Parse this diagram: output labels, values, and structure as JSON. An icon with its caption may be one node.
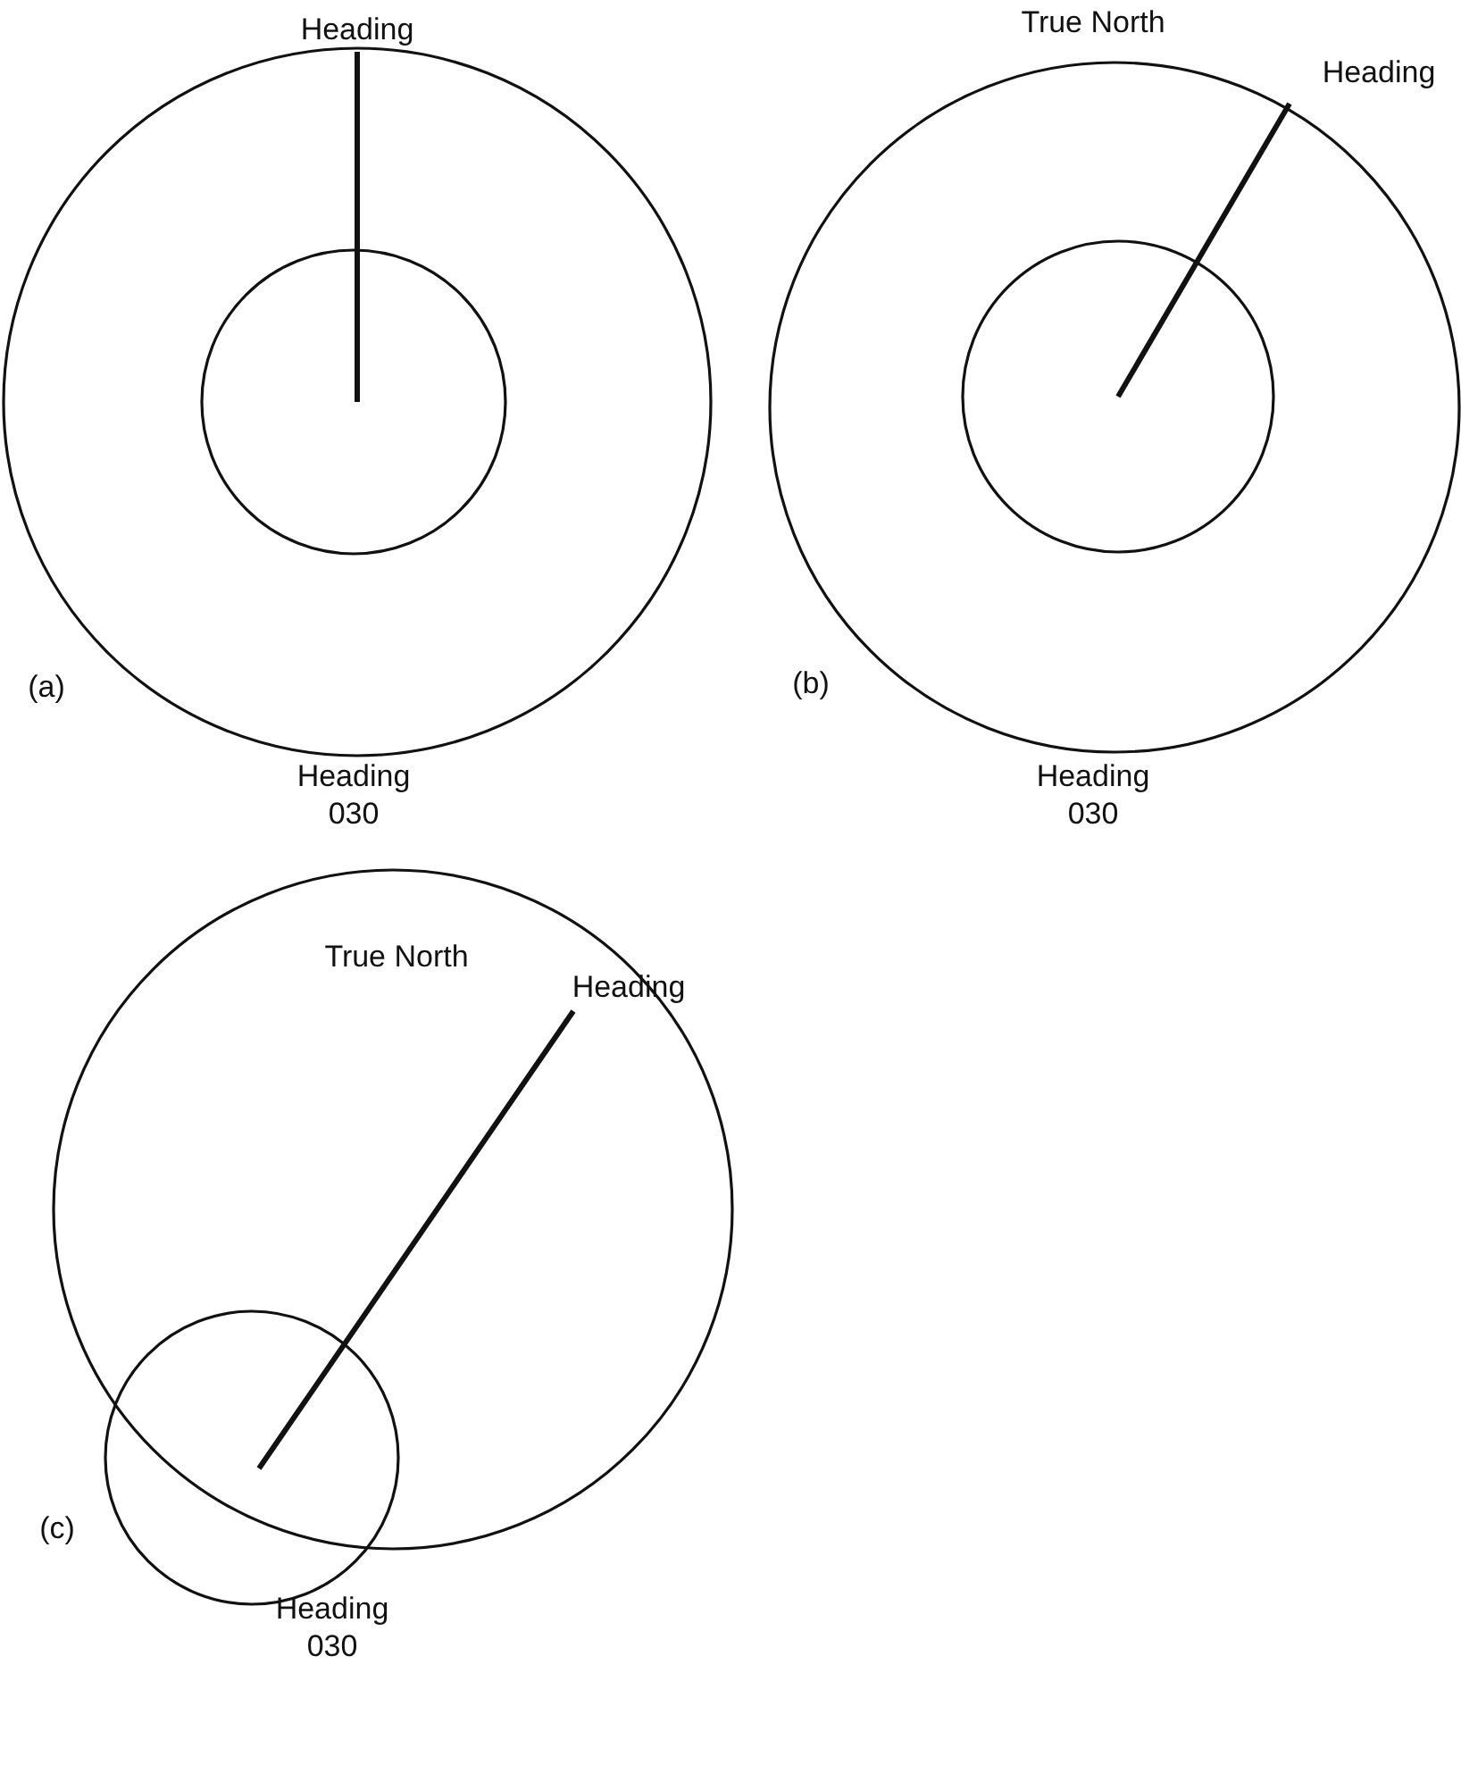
{
  "diagram": {
    "labels": [
      "Heading",
      "(a)",
      "Heading 030",
      "True North",
      "Heading",
      "(b)",
      "Heading 030",
      "True North",
      "Heading",
      "(c)",
      "Heading 030"
    ]
  }
}
